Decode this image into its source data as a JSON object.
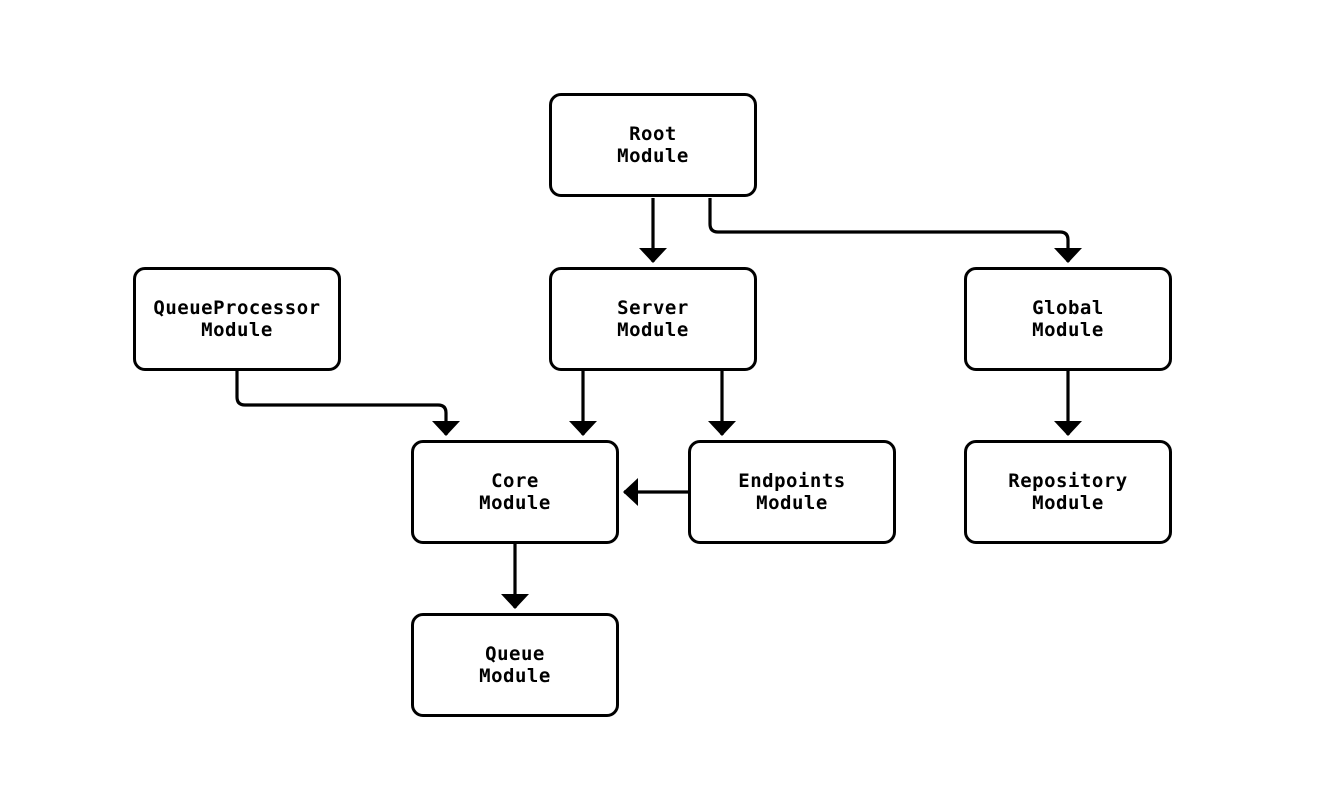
{
  "diagram": {
    "type": "flowchart",
    "colors": {
      "background": "#ffffff",
      "node_fill": "#ffffff",
      "node_border": "#000000",
      "edge": "#000000",
      "text": "#000000"
    },
    "nodes": {
      "root": {
        "label": "Root\nModule"
      },
      "queueprocessor": {
        "label": "QueueProcessor\nModule"
      },
      "server": {
        "label": "Server\nModule"
      },
      "global": {
        "label": "Global\nModule"
      },
      "core": {
        "label": "Core\nModule"
      },
      "endpoints": {
        "label": "Endpoints\nModule"
      },
      "repository": {
        "label": "Repository\nModule"
      },
      "queue": {
        "label": "Queue\nModule"
      }
    },
    "edges": [
      {
        "from": "root",
        "to": "server"
      },
      {
        "from": "root",
        "to": "global"
      },
      {
        "from": "queueprocessor",
        "to": "core"
      },
      {
        "from": "server",
        "to": "core"
      },
      {
        "from": "server",
        "to": "endpoints"
      },
      {
        "from": "endpoints",
        "to": "core"
      },
      {
        "from": "global",
        "to": "repository"
      },
      {
        "from": "core",
        "to": "queue"
      }
    ]
  }
}
